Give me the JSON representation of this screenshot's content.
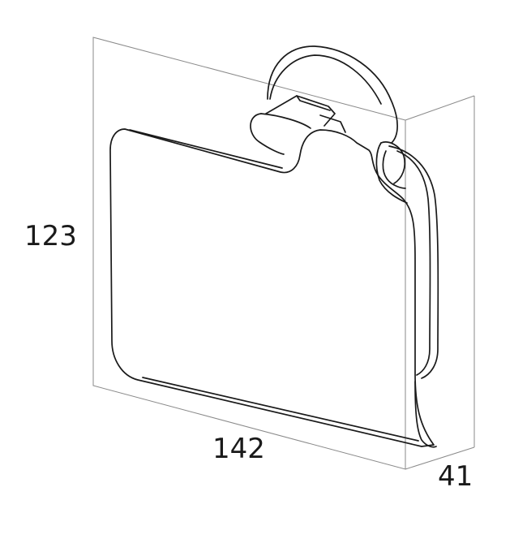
{
  "dimensions": {
    "height": "123",
    "width": "142",
    "depth": "41"
  },
  "colors": {
    "bounding_box": "#8a8a8a",
    "product_outline": "#1a1a1a",
    "label": "#1a1a1a",
    "background": "#ffffff"
  }
}
